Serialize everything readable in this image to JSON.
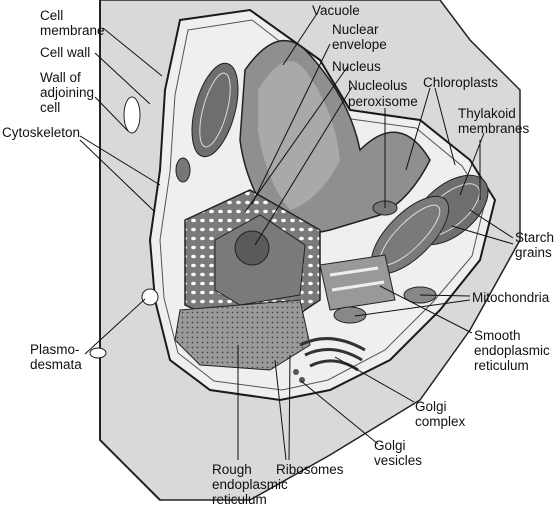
{
  "labels": {
    "cell_membrane": "Cell\nmembrane",
    "cell_wall": "Cell wall",
    "wall_adjoining": "Wall of\nadjoining\ncell",
    "cytoskeleton": "Cytoskeleton",
    "plasmodesmata": "Plasmo-\ndesmata",
    "vacuole": "Vacuole",
    "nuclear_envelope": "Nuclear\nenvelope",
    "nucleus": "Nucleus",
    "nucleolus": "Nucleolus",
    "peroxisome": "peroxisome",
    "chloroplasts": "Chloroplasts",
    "thylakoid": "Thylakoid\nmembranes",
    "starch": "Starch\ngrains",
    "mitochondria": "Mitochondria",
    "smooth_er": "Smooth\nendoplasmic\nreticulum",
    "golgi_complex": "Golgi\ncomplex",
    "golgi_vesicles": "Golgi\nvesicles",
    "ribosomes": "Ribosomes",
    "rough_er": "Rough\nendoplasmic\nreticulum"
  },
  "colors": {
    "outer_wall": "#d9d9d9",
    "cytoplasm": "#efefef",
    "vacuole": "#8f8f8f",
    "organelle_dark": "#6e6e6e",
    "ink": "#1a1a1a"
  }
}
